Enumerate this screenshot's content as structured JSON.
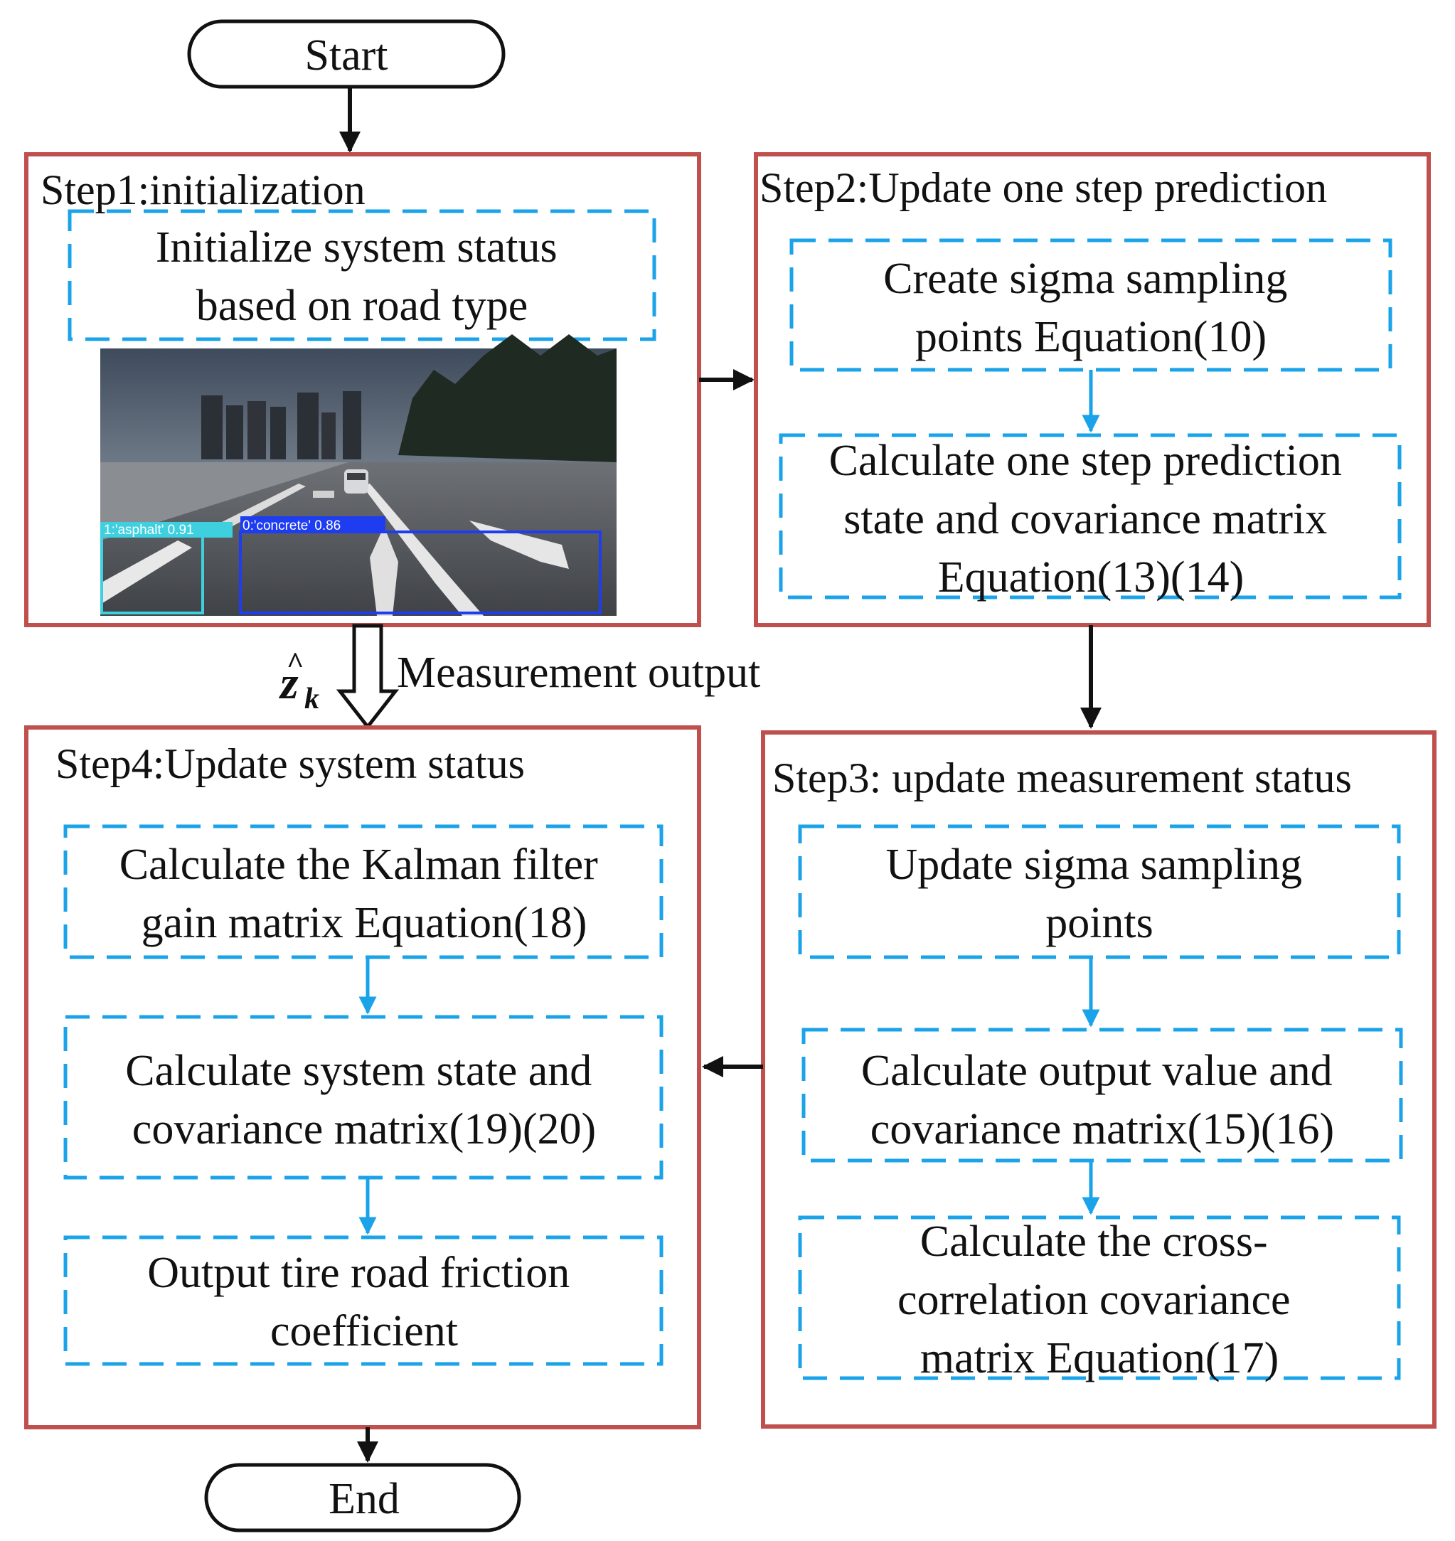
{
  "colors": {
    "step_border": "#c0504d",
    "dashed_border": "#1aa3e8",
    "arrow_black": "#111111",
    "arrow_blue": "#1aa3e8"
  },
  "start": {
    "label": "Start"
  },
  "end": {
    "label": "End"
  },
  "step1": {
    "title": "Step1:initialization",
    "box1": [
      "Initialize system status",
      "based on road type"
    ],
    "photo": {
      "tag_asphalt": "1:'asphalt' 0.91",
      "tag_concrete": "0:'concrete' 0.86"
    }
  },
  "step2": {
    "title": "Step2:Update one step prediction",
    "box1": [
      "Create sigma sampling",
      "points Equation(10)"
    ],
    "box2": [
      "Calculate one step prediction",
      "state  and covariance matrix",
      "Equation(13)(14)"
    ]
  },
  "step3": {
    "title": "Step3: update measurement status",
    "box1": [
      "Update sigma sampling",
      "points"
    ],
    "box2": [
      "Calculate output value and",
      "covariance matrix(15)(16)"
    ],
    "box3": [
      "Calculate the cross-",
      "correlation covariance",
      "matrix Equation(17)"
    ]
  },
  "step4": {
    "title": "Step4:Update system status",
    "box1": [
      "Calculate the Kalman filter",
      "gain matrix Equation(18)"
    ],
    "box2": [
      "Calculate system state and",
      "covariance matrix(19)(20)"
    ],
    "box3": [
      "Output tire road friction",
      "coefficient"
    ]
  },
  "measurement": {
    "label": "Measurement output",
    "symbol": "z",
    "symbol_sub": "k",
    "symbol_hat": "^"
  }
}
